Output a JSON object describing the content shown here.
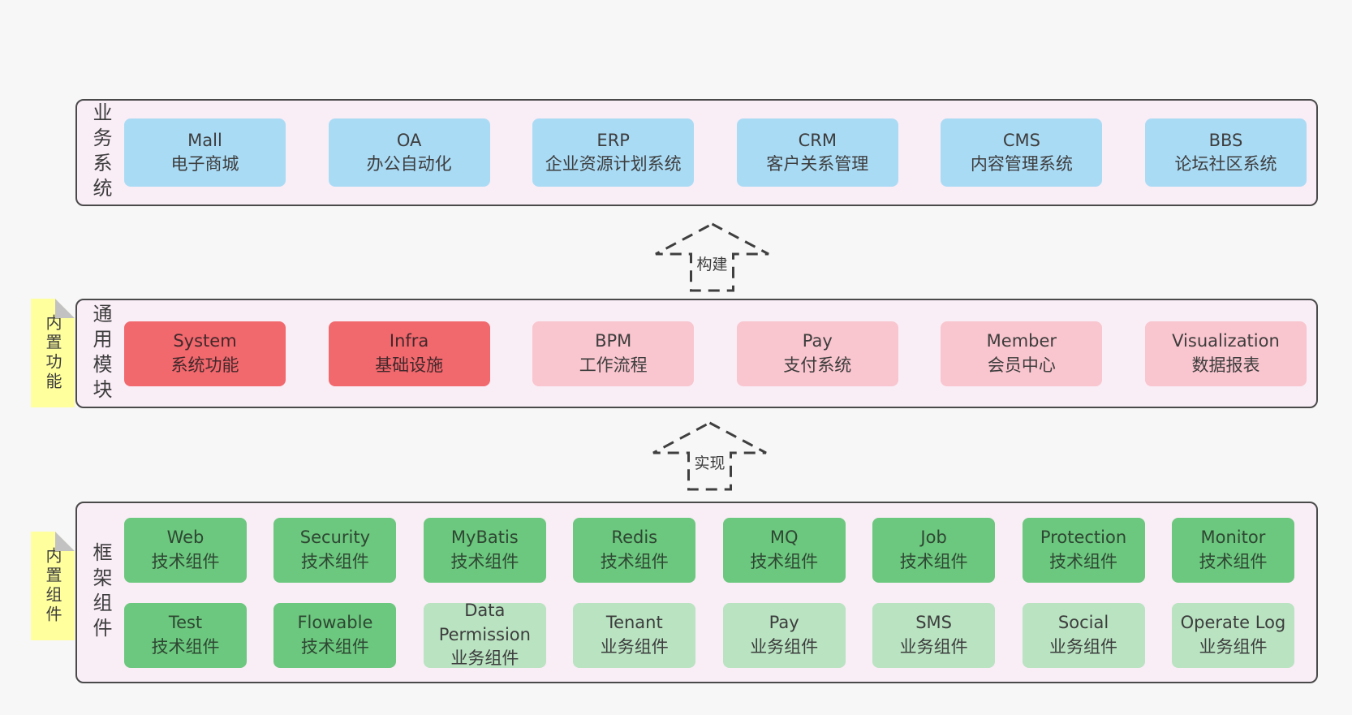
{
  "palette": {
    "page_bg": "#f7f7f7",
    "layer_bg": "#f9edf6",
    "layer_border": "#4a4a4a",
    "business_chip": "#aadbf5",
    "core_module_chip": "#f1686d",
    "extra_module_chip": "#f9c5ce",
    "tech_component_chip": "#6cc87e",
    "biz_component_chip": "#b9e3c1",
    "note_bg": "#ffff9e",
    "note_fold": "#c2c2c2",
    "text": "#3d3d3d"
  },
  "arrows": [
    {
      "label": "构建"
    },
    {
      "label": "实现"
    }
  ],
  "layers": [
    {
      "label": "业务系统",
      "items": [
        {
          "name": "Mall",
          "desc": "电子商城",
          "type": "blue"
        },
        {
          "name": "OA",
          "desc": "办公自动化",
          "type": "blue"
        },
        {
          "name": "ERP",
          "desc": "企业资源计划系统",
          "type": "blue"
        },
        {
          "name": "CRM",
          "desc": "客户关系管理",
          "type": "blue"
        },
        {
          "name": "CMS",
          "desc": "内容管理系统",
          "type": "blue"
        },
        {
          "name": "BBS",
          "desc": "论坛社区系统",
          "type": "blue"
        }
      ]
    },
    {
      "label": "通用模块",
      "note": "内置功能",
      "items": [
        {
          "name": "System",
          "desc": "系统功能",
          "type": "red"
        },
        {
          "name": "Infra",
          "desc": "基础设施",
          "type": "red"
        },
        {
          "name": "BPM",
          "desc": "工作流程",
          "type": "pink"
        },
        {
          "name": "Pay",
          "desc": "支付系统",
          "type": "pink"
        },
        {
          "name": "Member",
          "desc": "会员中心",
          "type": "pink"
        },
        {
          "name": "Visualization",
          "desc": "数据报表",
          "type": "pink"
        }
      ]
    },
    {
      "label": "框架组件",
      "note": "内置组件",
      "rows": [
        {
          "items": [
            {
              "name": "Web",
              "desc": "技术组件",
              "type": "green"
            },
            {
              "name": "Security",
              "desc": "技术组件",
              "type": "green"
            },
            {
              "name": "MyBatis",
              "desc": "技术组件",
              "type": "green"
            },
            {
              "name": "Redis",
              "desc": "技术组件",
              "type": "green"
            },
            {
              "name": "MQ",
              "desc": "技术组件",
              "type": "green"
            },
            {
              "name": "Job",
              "desc": "技术组件",
              "type": "green"
            },
            {
              "name": "Protection",
              "desc": "技术组件",
              "type": "green"
            },
            {
              "name": "Monitor",
              "desc": "技术组件",
              "type": "green"
            }
          ]
        },
        {
          "items": [
            {
              "name": "Test",
              "desc": "技术组件",
              "type": "green"
            },
            {
              "name": "Flowable",
              "desc": "技术组件",
              "type": "green"
            },
            {
              "name": "Data\nPermission",
              "desc": "业务组件",
              "type": "lightgreen"
            },
            {
              "name": "Tenant",
              "desc": "业务组件",
              "type": "lightgreen"
            },
            {
              "name": "Pay",
              "desc": "业务组件",
              "type": "lightgreen"
            },
            {
              "name": "SMS",
              "desc": "业务组件",
              "type": "lightgreen"
            },
            {
              "name": "Social",
              "desc": "业务组件",
              "type": "lightgreen"
            },
            {
              "name": "Operate Log",
              "desc": "业务组件",
              "type": "lightgreen"
            }
          ]
        }
      ]
    }
  ]
}
